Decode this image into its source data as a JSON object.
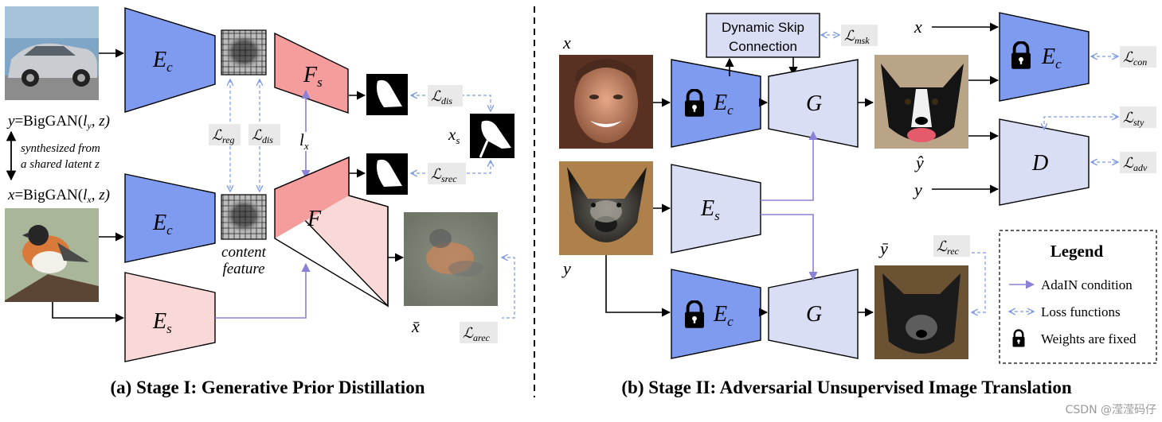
{
  "stage1": {
    "caption": "(a) Stage I: Generative Prior Distillation",
    "y_eq": {
      "lhs": "y",
      "mid": "=BigGAN(",
      "sym": "l",
      "sub": "y",
      "rest": ", z)"
    },
    "x_eq": {
      "lhs": "x",
      "mid": "=BigGAN(",
      "sym": "l",
      "sub": "x",
      "rest": ", z)"
    },
    "synth_line1": "synthesized from",
    "synth_line2": "a shared latent z",
    "encoder_top": {
      "sym": "E",
      "sub": "c"
    },
    "encoder_mid": {
      "sym": "E",
      "sub": "c"
    },
    "encoder_style": {
      "sym": "E",
      "sub": "s"
    },
    "fs": {
      "sym": "F",
      "sub": "s"
    },
    "f": {
      "sym": "F"
    },
    "content_line1": "content",
    "content_line2": "feature",
    "lx": {
      "sym": "l",
      "sub": "x"
    },
    "xs": {
      "sym": "x",
      "sub": "s"
    },
    "xbar": "x̄",
    "losses": {
      "reg": {
        "sym": "ℒ",
        "sub": "reg"
      },
      "dis1": {
        "sym": "ℒ",
        "sub": "dis"
      },
      "dis2": {
        "sym": "ℒ",
        "sub": "dis"
      },
      "srec": {
        "sym": "ℒ",
        "sub": "srec"
      },
      "arec": {
        "sym": "ℒ",
        "sub": "arec"
      }
    }
  },
  "stage2": {
    "caption": "(b) Stage II: Adversarial Unsupervised Image Translation",
    "skip_line1": "Dynamic Skip",
    "skip_line2": "Connection",
    "x_label": "x",
    "y_label": "y",
    "x_right": "x",
    "y_right": "y",
    "yhat": "ŷ",
    "ybar": "ȳ",
    "ec_top": {
      "sym": "E",
      "sub": "c"
    },
    "ec_bottom": {
      "sym": "E",
      "sub": "c"
    },
    "ec_right": {
      "sym": "E",
      "sub": "c"
    },
    "es": {
      "sym": "E",
      "sub": "s"
    },
    "g_top": {
      "sym": "G"
    },
    "g_bottom": {
      "sym": "G"
    },
    "d": {
      "sym": "D"
    },
    "losses": {
      "msk": {
        "sym": "ℒ",
        "sub": "msk"
      },
      "con": {
        "sym": "ℒ",
        "sub": "con"
      },
      "sty": {
        "sym": "ℒ",
        "sub": "sty"
      },
      "adv": {
        "sym": "ℒ",
        "sub": "adv"
      },
      "rec": {
        "sym": "ℒ",
        "sub": "rec"
      }
    },
    "legend": {
      "title": "Legend",
      "item1": "AdaIN condition",
      "item2": "Loss functions",
      "item3": "Weights are fixed"
    }
  },
  "watermark": "CSDN @滢滢码仔",
  "colors": {
    "encoder_dark": "#7f9bf0",
    "encoder_light": "#d9def5",
    "pink_dark": "#f59c9c",
    "pink_light": "#f9d8d8",
    "adain_line": "#8a82d8",
    "loss_line": "#7d9be0"
  }
}
